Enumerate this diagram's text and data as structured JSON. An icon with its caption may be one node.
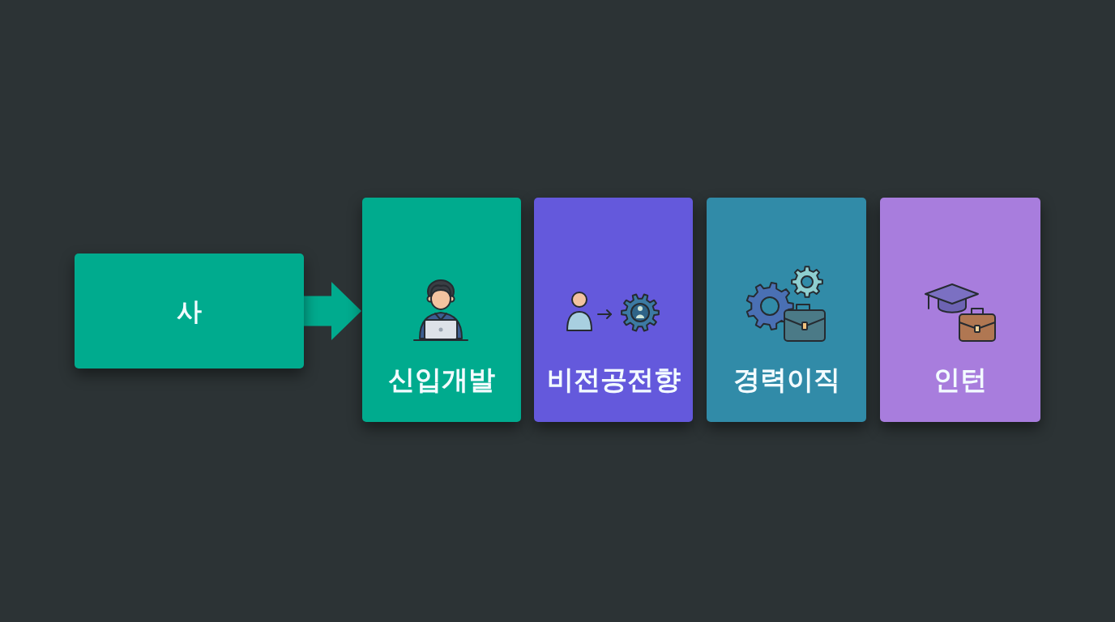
{
  "diagram": {
    "nodes": [
      {
        "text": [
          "사"
        ]
      },
      {
        "text": [
          "신입개발"
        ]
      },
      {
        "text": [
          "비전공전향"
        ]
      },
      {
        "text": [
          "경력이직"
        ]
      },
      {
        "text": [
          "인턴"
        ]
      }
    ],
    "edges": [
      {
        "from": 0,
        "to": 1,
        "arrow": "to"
      }
    ]
  }
}
